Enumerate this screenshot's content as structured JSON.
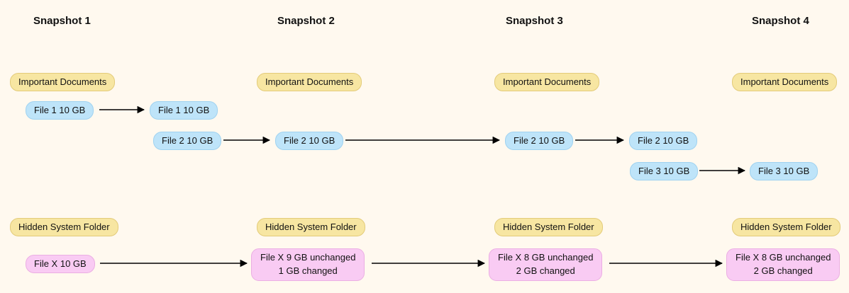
{
  "colors": {
    "background": "#FFF9EF",
    "text": "#111111",
    "folder_pill": "#F7E6A2",
    "folder_pill_border": "#E3CB79",
    "blue_pill": "#BEE4F9",
    "blue_pill_border": "#9FD2F0",
    "pink_pill": "#F9CBF3",
    "pink_pill_border": "#EBAEE3",
    "arrow": "#000000"
  },
  "headers": [
    "Snapshot 1",
    "Snapshot 2",
    "Snapshot 3",
    "Snapshot 4"
  ],
  "important_documents": {
    "folder_label": "Important Documents",
    "file1_label": "File 1 10 GB",
    "file2_label": "File 2 10 GB",
    "file3_label": "File 3 10 GB"
  },
  "hidden_system_folder": {
    "folder_label": "Hidden System Folder",
    "fileX_s1_label": "File X 10 GB",
    "fileX_s2": {
      "line1": "File X 9 GB unchanged",
      "line2": "1 GB changed"
    },
    "fileX_s3": {
      "line1": "File X 8 GB unchanged",
      "line2": "2 GB changed"
    },
    "fileX_s4": {
      "line1": "File X 8 GB unchanged",
      "line2": "2 GB changed"
    }
  }
}
